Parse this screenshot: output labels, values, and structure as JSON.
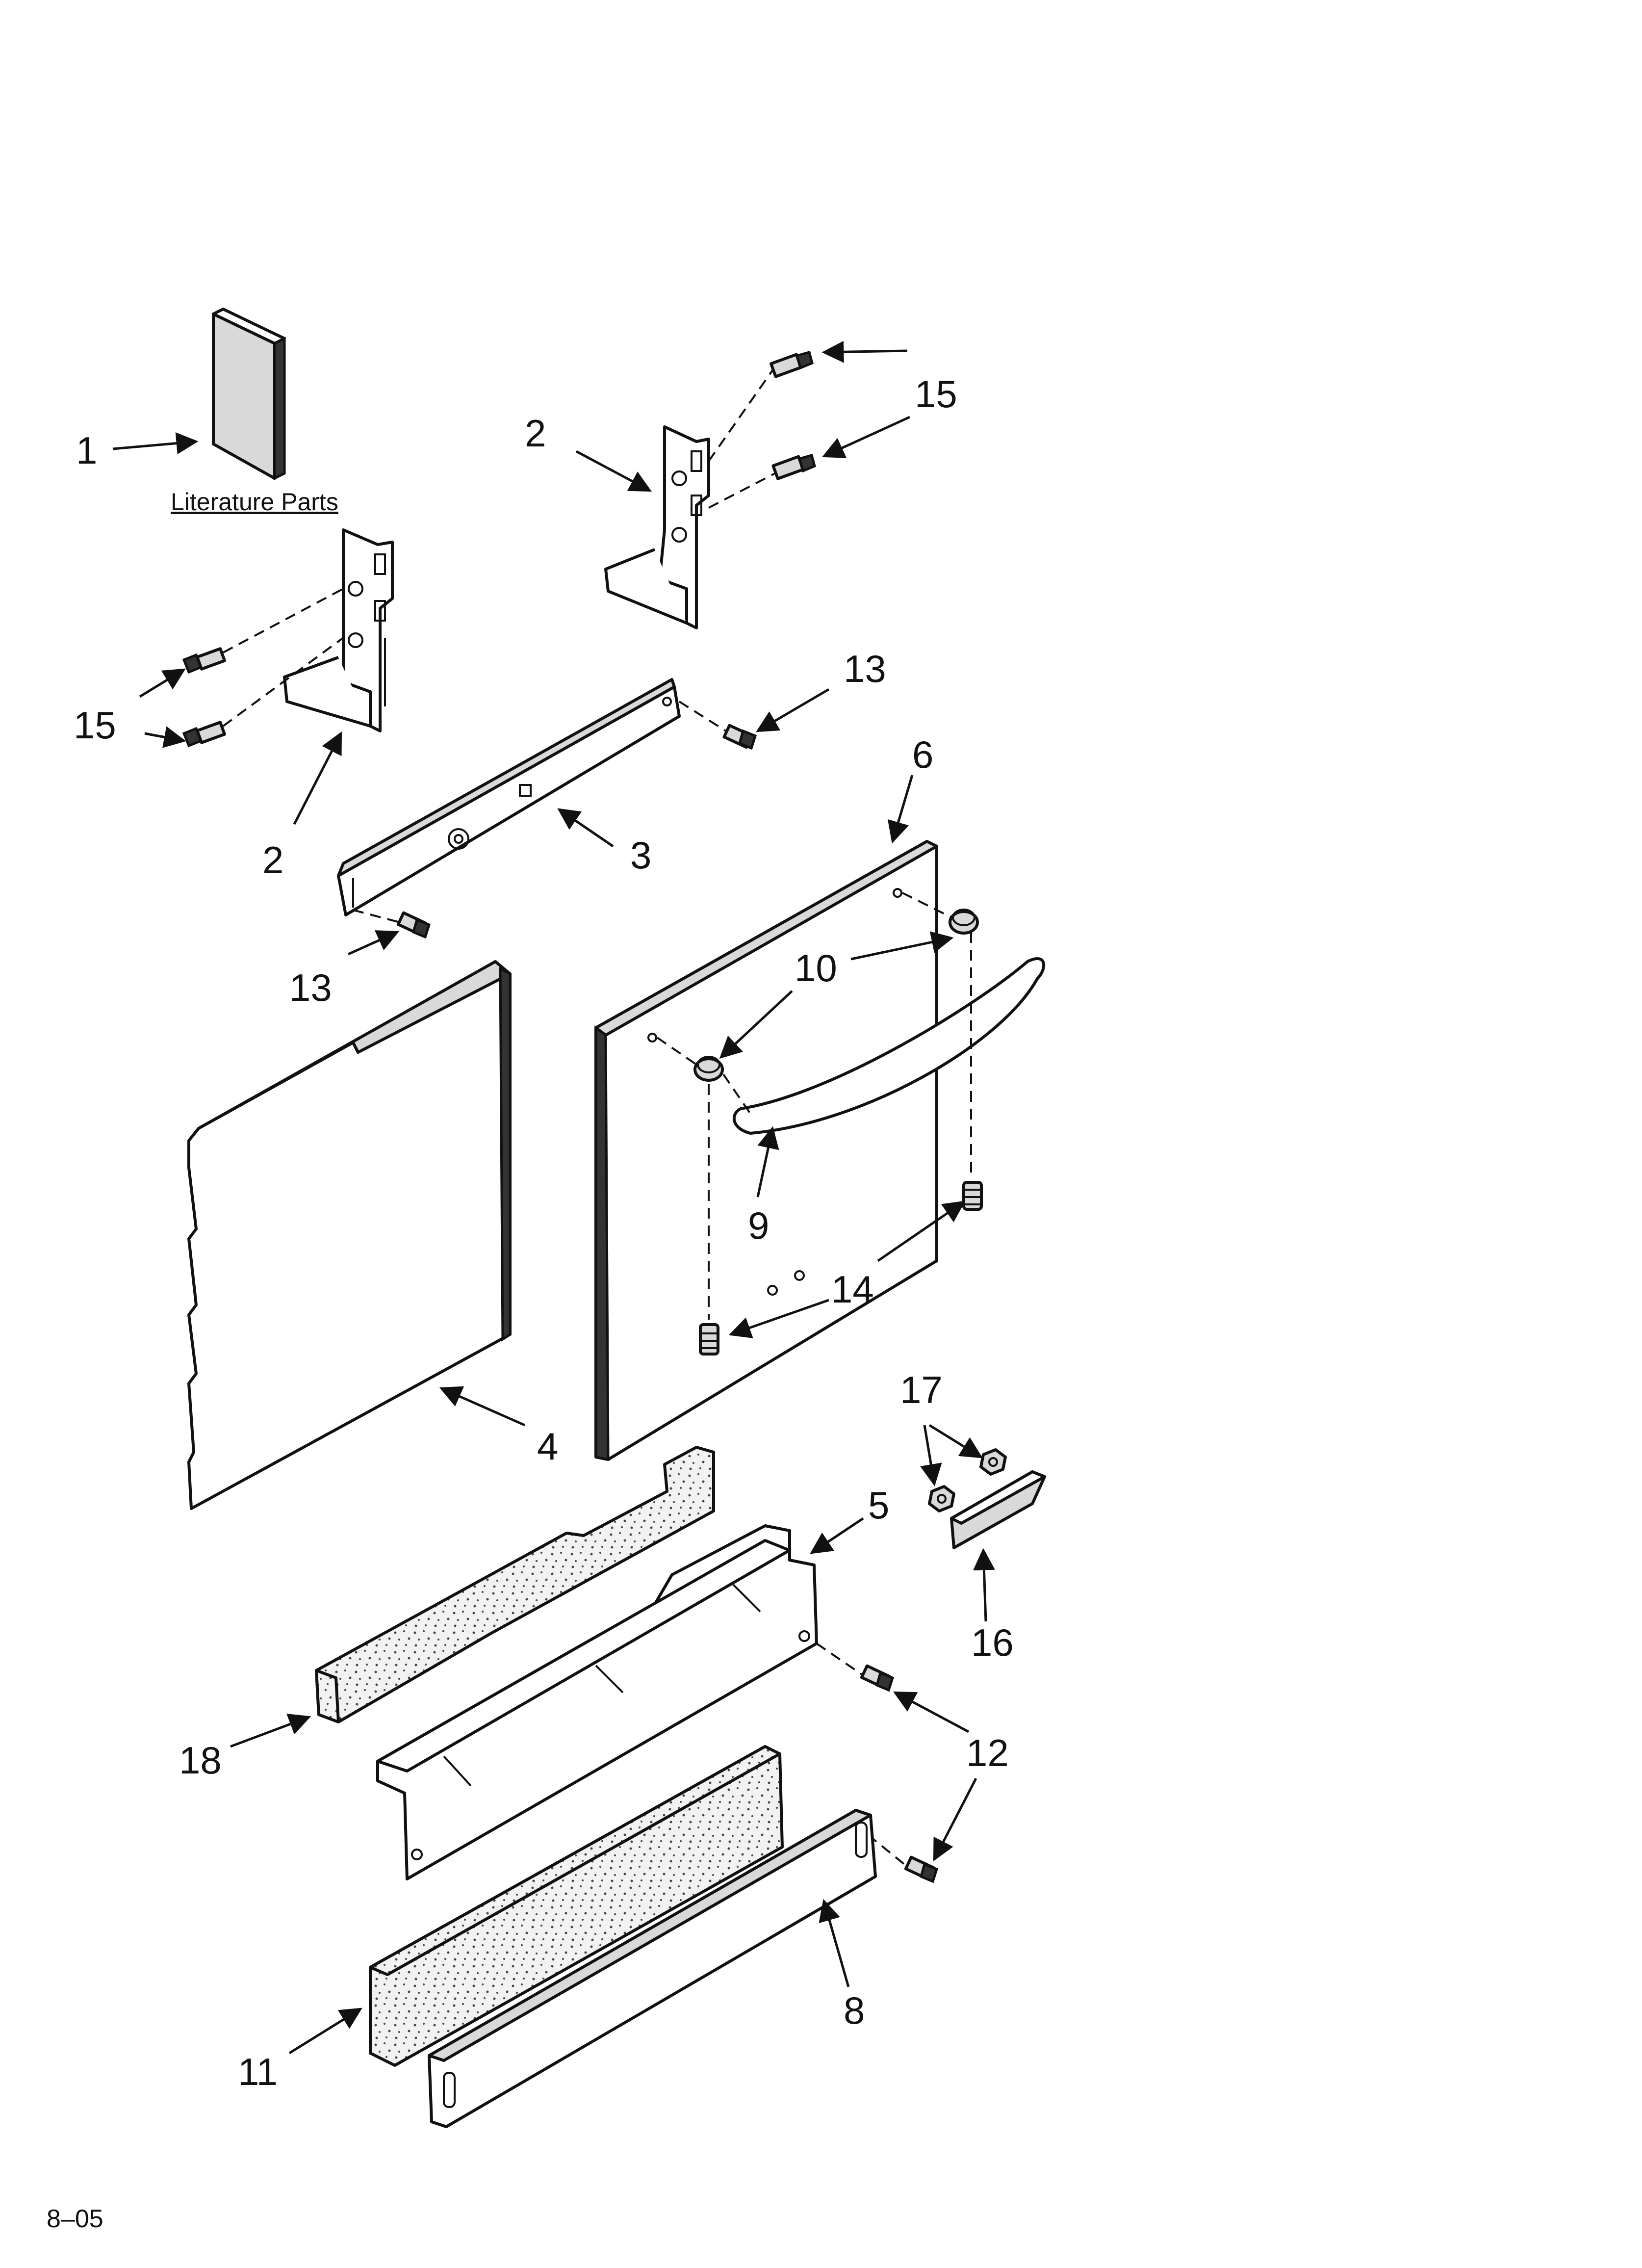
{
  "callouts": {
    "c1": "1",
    "c2a": "2",
    "c2b": "2",
    "c3": "3",
    "c4": "4",
    "c5": "5",
    "c6": "6",
    "c8": "8",
    "c9": "9",
    "c10": "10",
    "c11": "11",
    "c12": "12",
    "c13a": "13",
    "c13b": "13",
    "c14": "14",
    "c15a": "15",
    "c15b": "15",
    "c16": "16",
    "c17": "17",
    "c18": "18"
  },
  "literature_label": "Literature Parts",
  "date_code": "8–05"
}
